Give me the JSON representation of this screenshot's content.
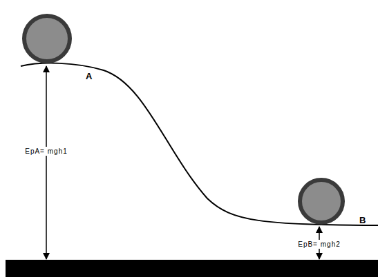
{
  "diagram": {
    "labels": [
      "A",
      "B",
      "EpA= mgh1",
      "EpB= mgh2"
    ]
  }
}
